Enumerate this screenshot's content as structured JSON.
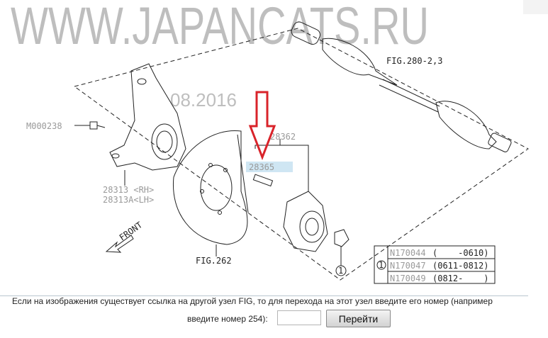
{
  "diagram": {
    "labels": {
      "shaft": "FIG.280-2,3",
      "bolt": "M000238",
      "knuckle_rh": "28313 <RH>",
      "knuckle_lh": "28313A<LH>",
      "hub_assy": "28362",
      "hub_bolt": "28365",
      "cover": "FIG.262",
      "front": "FRONT",
      "callout": "1"
    },
    "parts_table": [
      {
        "part": "N170044",
        "range": "(    -0610)"
      },
      {
        "part": "N170047",
        "range": "(0611-0812)"
      },
      {
        "part": "N170049",
        "range": "(0812-    )"
      }
    ],
    "watermark": "WWW.JAPANCATS.RU",
    "watermark_date": "08.2016",
    "arrow_color": "#d9232a",
    "highlight_color": "#cfe6f3"
  },
  "nav": {
    "info_text": "Если на изображения существует ссылка на другой узел FIG, то для перехода на этот узел введите его номер (например",
    "prompt": "введите номер 254):",
    "input_value": "",
    "go_label": "Перейти"
  }
}
